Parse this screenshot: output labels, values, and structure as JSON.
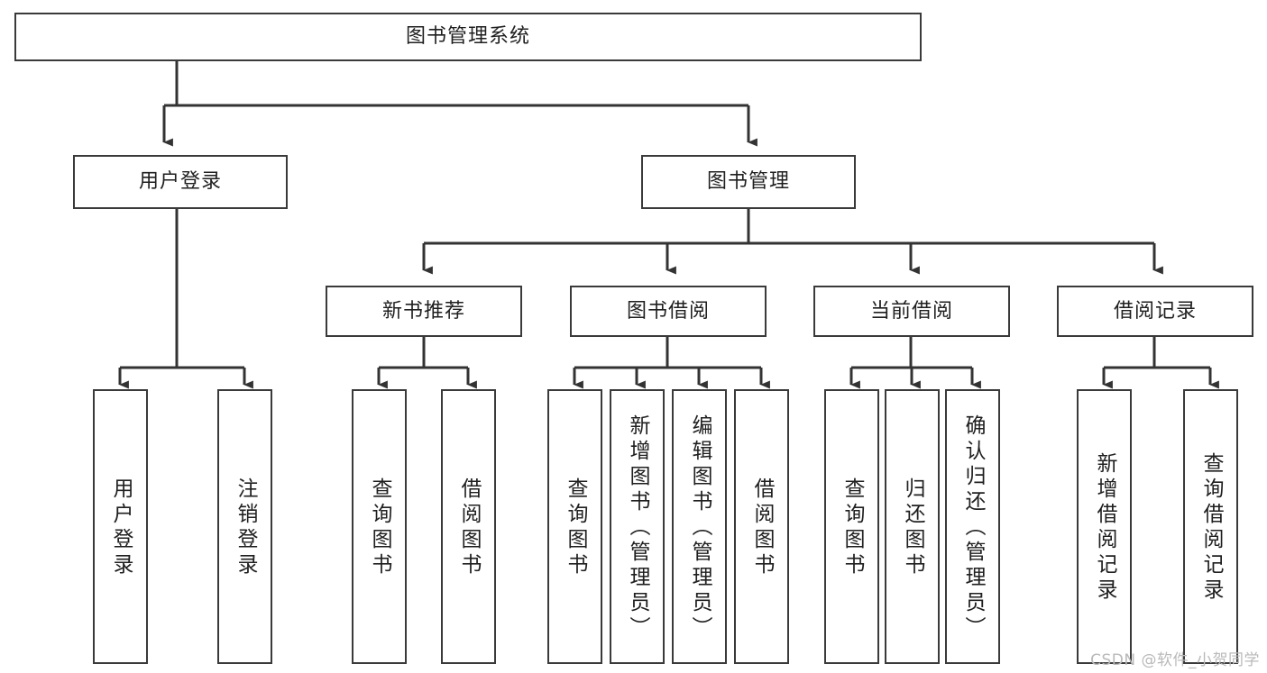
{
  "diagram": {
    "title": "图书管理系统",
    "type": "tree-hierarchy",
    "root": {
      "label": "图书管理系统"
    },
    "level2": [
      {
        "label": "用户登录"
      },
      {
        "label": "图书管理"
      }
    ],
    "level3": [
      {
        "label": "新书推荐"
      },
      {
        "label": "图书借阅"
      },
      {
        "label": "当前借阅"
      },
      {
        "label": "借阅记录"
      }
    ],
    "leaves": {
      "user_login": [
        {
          "label": "用户登录"
        },
        {
          "label": "注销登录"
        }
      ],
      "new_book_recommend": [
        {
          "label": "查询图书"
        },
        {
          "label": "借阅图书"
        }
      ],
      "book_borrow": [
        {
          "label": "查询图书"
        },
        {
          "label": "新增图书（管理员）"
        },
        {
          "label": "编辑图书（管理员）"
        },
        {
          "label": "借阅图书"
        }
      ],
      "current_borrow": [
        {
          "label": "查询图书"
        },
        {
          "label": "归还图书"
        },
        {
          "label": "确认归还（管理员）"
        }
      ],
      "borrow_record": [
        {
          "label": "新增借阅记录"
        },
        {
          "label": "查询借阅记录"
        }
      ]
    },
    "watermark": "CSDN @软件_小贺同学",
    "colors": {
      "border": "#3a3a3a",
      "background": "#ffffff",
      "text": "#1f1f1f",
      "wire": "#333333",
      "watermark": "#b9b9b9"
    }
  }
}
